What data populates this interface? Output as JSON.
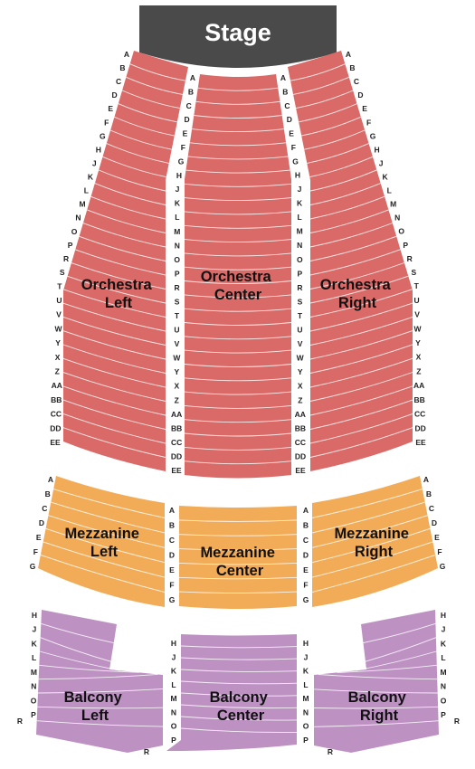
{
  "stage": {
    "label": "Stage",
    "color": "#4a4a4a"
  },
  "colors": {
    "orchestra": "#d96a68",
    "mezzanine": "#f2ac58",
    "balcony": "#bd92c3",
    "row_lines": "#ffffff",
    "text": "#222222"
  },
  "sections": {
    "orchestra_left": {
      "name_line1": "Orchestra",
      "name_line2": "Left"
    },
    "orchestra_center": {
      "name_line1": "Orchestra",
      "name_line2": "Center"
    },
    "orchestra_right": {
      "name_line1": "Orchestra",
      "name_line2": "Right"
    },
    "mezzanine_left": {
      "name_line1": "Mezzanine",
      "name_line2": "Left"
    },
    "mezzanine_center": {
      "name_line1": "Mezzanine",
      "name_line2": "Center"
    },
    "mezzanine_right": {
      "name_line1": "Mezzanine",
      "name_line2": "Right"
    },
    "balcony_left": {
      "name_line1": "Balcony",
      "name_line2": "Left"
    },
    "balcony_center": {
      "name_line1": "Balcony",
      "name_line2": "Center"
    },
    "balcony_right": {
      "name_line1": "Balcony",
      "name_line2": "Right"
    }
  },
  "rows": {
    "orchestra": [
      "A",
      "B",
      "C",
      "D",
      "E",
      "F",
      "G",
      "H",
      "J",
      "K",
      "L",
      "M",
      "N",
      "O",
      "P",
      "R",
      "S",
      "T",
      "U",
      "V",
      "W",
      "Y",
      "X",
      "Z",
      "AA",
      "BB",
      "CC",
      "DD",
      "EE"
    ],
    "mezzanine": [
      "A",
      "B",
      "C",
      "D",
      "E",
      "F",
      "G"
    ],
    "balcony": [
      "H",
      "J",
      "K",
      "L",
      "M",
      "N",
      "O",
      "P",
      "R"
    ]
  }
}
